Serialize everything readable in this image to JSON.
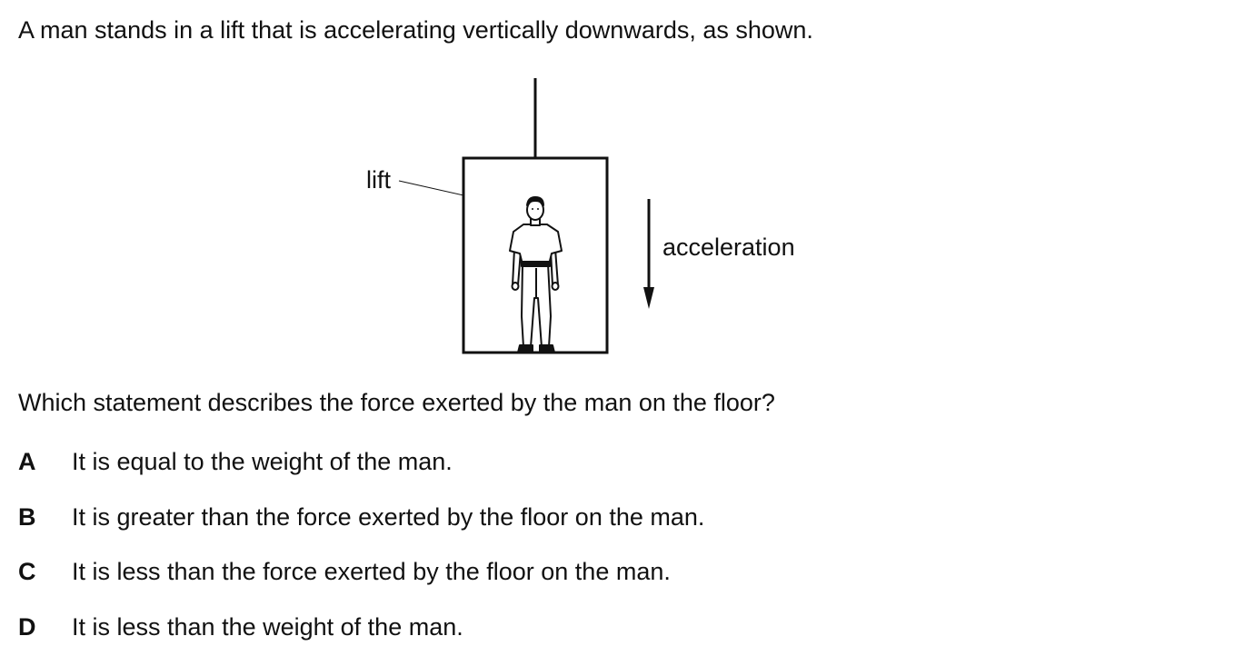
{
  "question": {
    "intro": "A man stands in a lift that is accelerating vertically downwards, as shown.",
    "stem": "Which statement describes the force exerted by the man on the floor?"
  },
  "figure": {
    "lift_label": "lift",
    "acceleration_label": "acceleration"
  },
  "options": [
    {
      "letter": "A",
      "text": "It is equal to the weight of the man."
    },
    {
      "letter": "B",
      "text": "It is greater than the force exerted by the floor on the man."
    },
    {
      "letter": "C",
      "text": "It is less than the force exerted by the floor on the man."
    },
    {
      "letter": "D",
      "text": "It is less than the weight of the man."
    }
  ]
}
